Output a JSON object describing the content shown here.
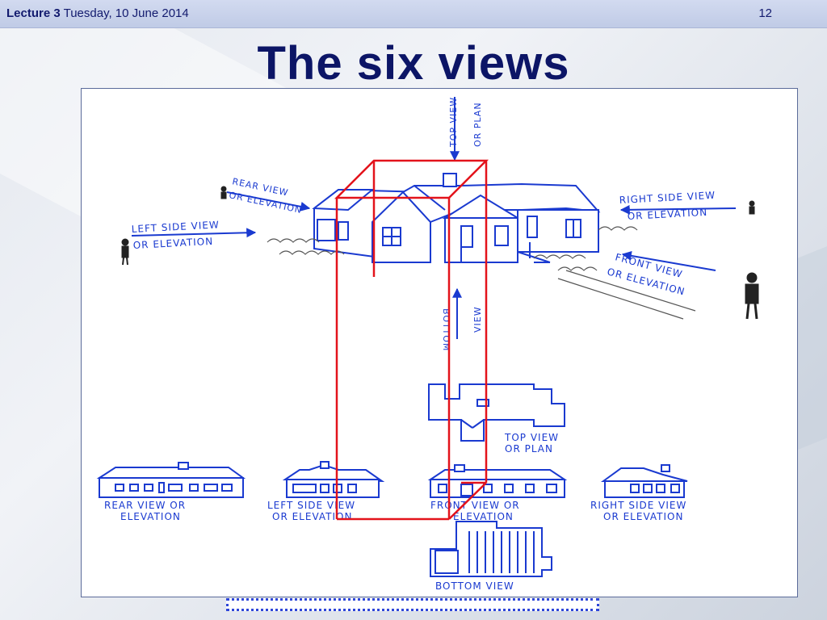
{
  "header": {
    "lecture_label": "Lecture 3",
    "date": "Tuesday, 10 June 2014",
    "page_number": "12"
  },
  "title": "The six views",
  "diagram": {
    "labels": {
      "top_view_line1": "TOP VIEW",
      "top_view_line2": "OR PLAN",
      "rear_view_line1": "REAR VIEW",
      "rear_view_line2": "OR ELEVATION",
      "left_side_line1": "LEFT SIDE VIEW",
      "left_side_line2": "OR ELEVATION",
      "right_side_line1": "RIGHT SIDE VIEW",
      "right_side_line2": "OR ELEVATION",
      "front_view_line1": "FRONT VIEW",
      "front_view_line2": "OR ELEVATION",
      "bottom_arrow_line1": "BOTTOM",
      "bottom_arrow_line2": "VIEW",
      "plan_line1": "TOP VIEW",
      "plan_line2": "OR PLAN",
      "rear_elev_line1": "REAR VIEW OR",
      "rear_elev_line2": "ELEVATION",
      "left_elev_line1": "LEFT SIDE VIEW",
      "left_elev_line2": "OR ELEVATION",
      "front_elev_line1": "FRONT VIEW OR",
      "front_elev_line2": "ELEVATION",
      "right_elev_line1": "RIGHT SIDE VIEW",
      "right_elev_line2": "OR ELEVATION",
      "bottom_view": "BOTTOM VIEW"
    },
    "colors": {
      "drawing": "#1a3ad0",
      "projection_box": "#e3131b",
      "scrub": "#555555"
    }
  }
}
